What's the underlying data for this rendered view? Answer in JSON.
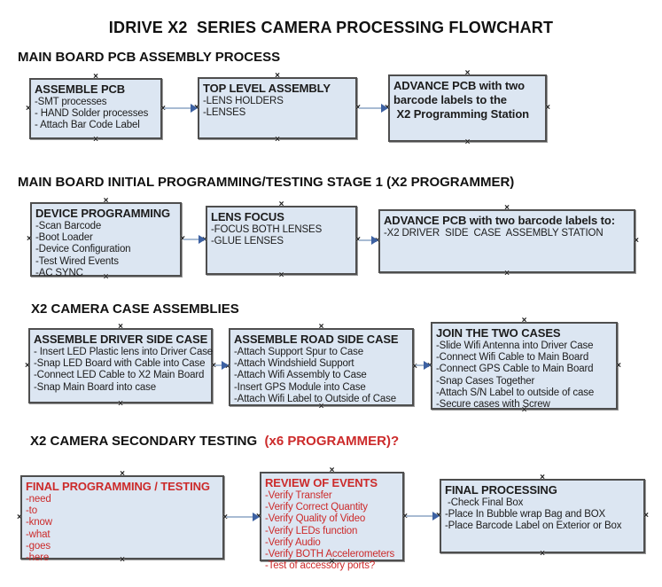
{
  "title": "IDRIVE X2  SERIES CAMERA PROCESSING FLOWCHART",
  "colors": {
    "box_fill": "#dce6f2",
    "box_border": "#4e4e4e",
    "arrow_line": "#a8bbd3",
    "arrow_head": "#3d61a2",
    "red_text": "#cc2a2a",
    "black_text": "#1c1c1c"
  },
  "handle_glyph": "×",
  "sections": [
    {
      "header": "MAIN BOARD PCB ASSEMBLY PROCESS",
      "boxes": [
        {
          "title": "ASSEMBLE PCB",
          "items": [
            "-SMT processes",
            "- HAND Solder processes",
            "- Attach Bar Code Label"
          ]
        },
        {
          "title": "TOP LEVEL ASSEMBLY",
          "items": [
            "-LENS HOLDERS",
            "-LENSES"
          ]
        },
        {
          "title": "ADVANCE PCB with two\nbarcode labels to the\n X2 Programming Station",
          "items": []
        }
      ]
    },
    {
      "header": "MAIN BOARD INITIAL PROGRAMMING/TESTING STAGE 1 (X2 PROGRAMMER)",
      "boxes": [
        {
          "title": "DEVICE PROGRAMMING",
          "items": [
            "-Scan Barcode",
            "-Boot Loader",
            "-Device Configuration",
            "-Test Wired Events",
            "-AC SYNC"
          ]
        },
        {
          "title": "LENS FOCUS",
          "items": [
            "-FOCUS BOTH LENSES",
            "-GLUE LENSES"
          ]
        },
        {
          "title": "ADVANCE PCB with two barcode labels to:",
          "items": [
            "-X2 DRIVER  SIDE  CASE  ASSEMBLY STATION"
          ]
        }
      ]
    },
    {
      "header": "X2 CAMERA CASE ASSEMBLIES",
      "boxes": [
        {
          "title": "ASSEMBLE DRIVER SIDE CASE",
          "items": [
            "- Insert LED Plastic lens into Driver Case",
            "-Snap LED Board with Cable into Case",
            "-Connect LED Cable to X2 Main Board",
            "-Snap Main Board into case"
          ]
        },
        {
          "title": "ASSEMBLE ROAD SIDE CASE",
          "items": [
            "-Attach Support Spur to Case",
            "-Attach Windshield Support",
            "-Attach Wifi Assembly to Case",
            "-Insert GPS Module into Case",
            "-Attach Wifi Label to Outside of Case"
          ]
        },
        {
          "title": "JOIN THE TWO CASES",
          "items": [
            "-Slide Wifi Antenna into Driver Case",
            "-Connect Wifi Cable to Main Board",
            "-Connect GPS Cable to Main Board",
            "-Snap Cases Together",
            "-Attach S/N Label to outside of case",
            "-Secure cases with Screw"
          ]
        }
      ]
    },
    {
      "header_black": "X2 CAMERA SECONDARY TESTING  ",
      "header_red": "(x6 PROGRAMMER)?",
      "boxes": [
        {
          "title": "FINAL PROGRAMMING / TESTING",
          "items": [
            "-need",
            "-to",
            "-know",
            "-what",
            "-goes",
            "-here"
          ]
        },
        {
          "title": "REVIEW OF EVENTS",
          "items": [
            "-Verify Transfer",
            "-Verify Correct Quantity",
            "-Verify Quality of Video",
            "-Verify LEDs function",
            "-Verify Audio",
            "-Verify BOTH Accelerometers",
            "-Test of accessory ports?"
          ]
        },
        {
          "title": "FINAL PROCESSING",
          "items": [
            " -Check Final Box",
            "-Place In Bubble wrap Bag and BOX",
            "-Place Barcode Label on Exterior or Box"
          ]
        }
      ]
    }
  ]
}
